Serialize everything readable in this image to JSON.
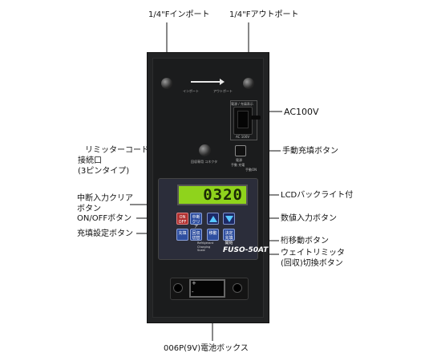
{
  "callouts": {
    "inport": "1/4\"Fインポート",
    "outport": "1/4\"Fアウトポート",
    "ac100v": "AC100V",
    "manual_btn": "手動充填ボタン",
    "limiter_line1": "リミッターコード",
    "limiter_line2": "接続口",
    "limiter_line3": "(3ピンタイプ)",
    "lcd_backlight": "LCDバックライト付",
    "interrupt_line1": "中断入力クリア",
    "interrupt_line2": "ボタン",
    "numeric_btn": "数値入力ボタン",
    "onoff_btn": "ON/OFFボタン",
    "fill_setting_btn": "充填設定ボタン",
    "digit_move_btn": "桁移動ボタン",
    "weight_limiter_line1": "ウェイトリミッタ",
    "weight_limiter_line2": "(回収)切換ボタン",
    "battery_box": "006P(9V)電池ボックス"
  },
  "panel": {
    "in_label": "インポート",
    "out_label": "アウトポート",
    "ac_label_top": "電源 / 充填表示",
    "ac_label_bottom": "AC 100V",
    "limiter_label": "回収専用 コネクタ",
    "manual_label_1": "電源",
    "manual_label_2": "手動 充電",
    "manual_label_3": "手動ON",
    "lcd_value": "0320",
    "keys": {
      "on_off": "ON OFF",
      "interrupt": "中断 クリア",
      "fill": "充填",
      "recover": "回収 切替",
      "move": "移動",
      "confirm": "決定 充填開始"
    },
    "brand_model": "FUSO-50AT",
    "rs_line1": "Refrigerant",
    "rs_line2": "Charging",
    "rs_line3": "Scale",
    "battery_plus": "+",
    "battery_minus": "-"
  }
}
